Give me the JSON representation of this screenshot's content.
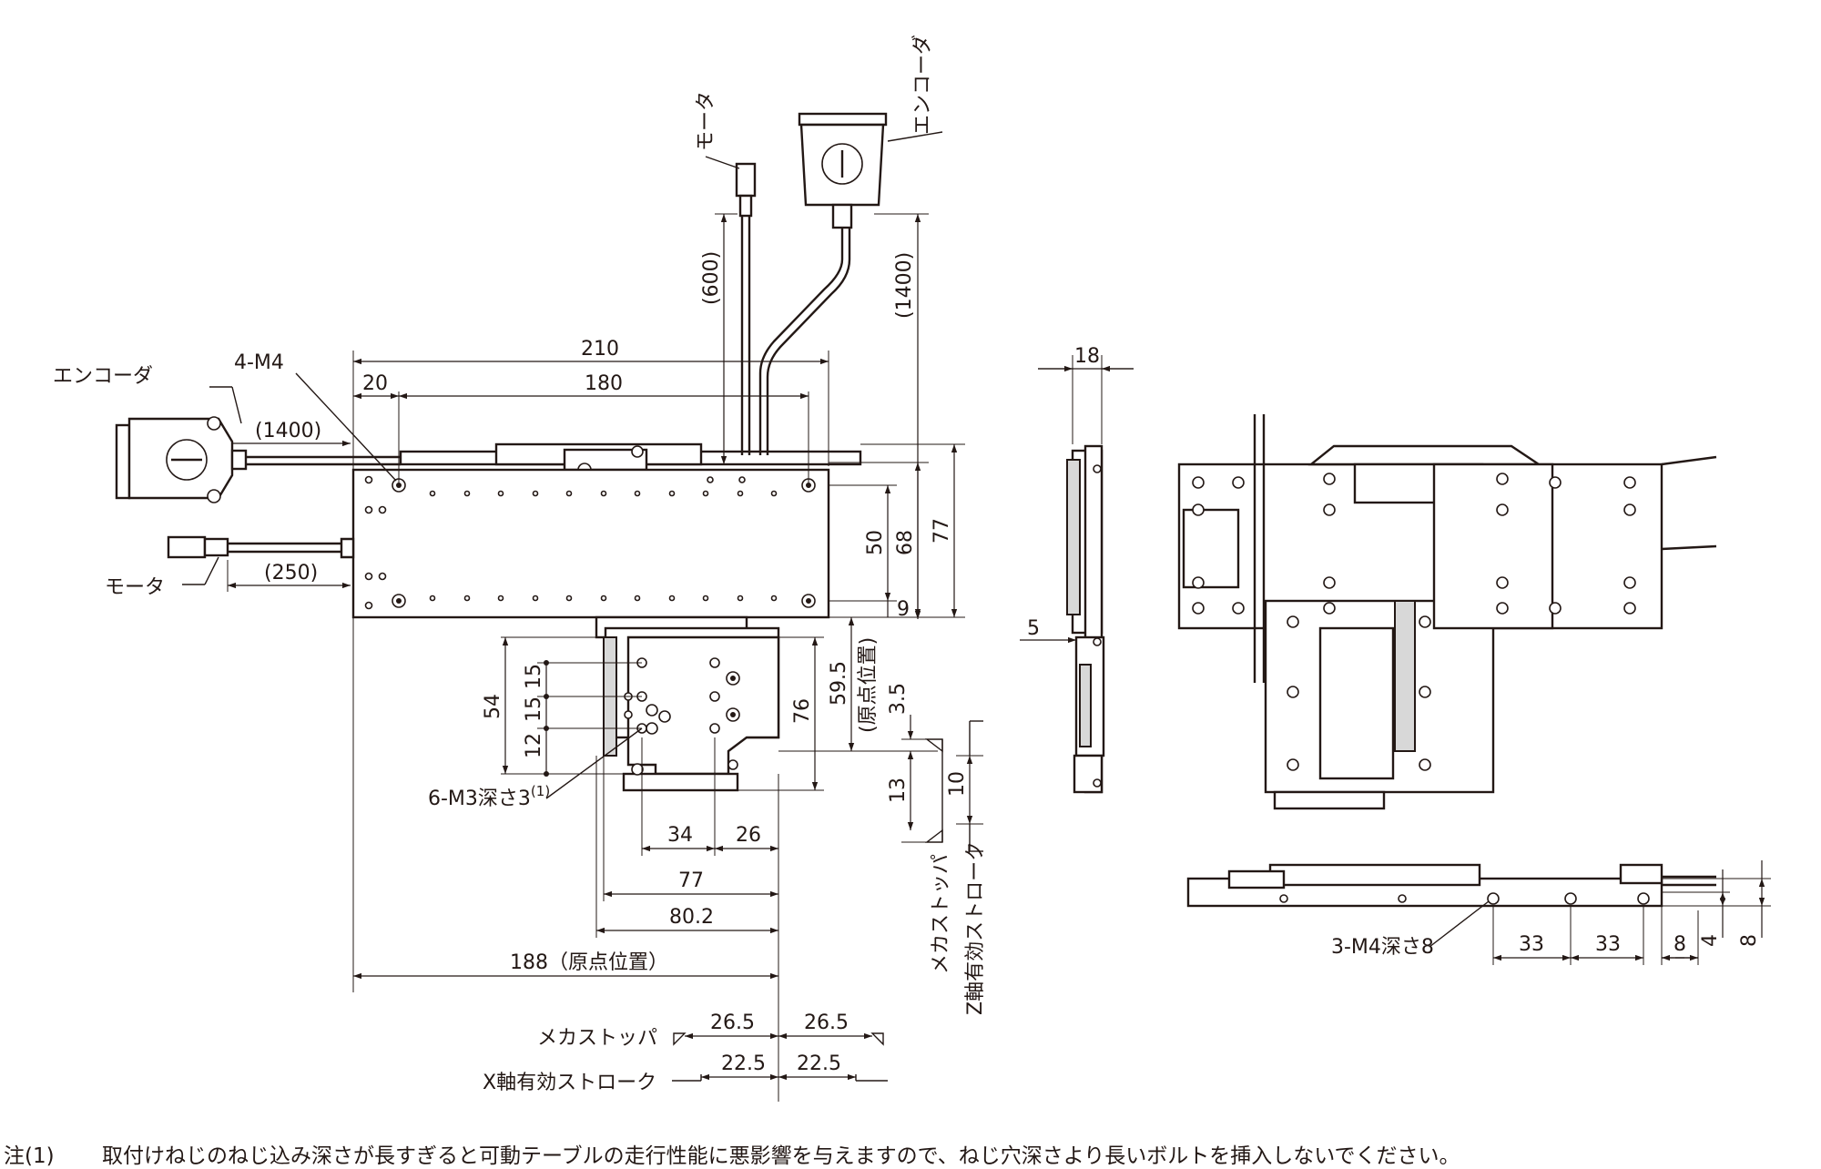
{
  "labels": {
    "encoder_left": "エンコーダ",
    "motor_left": "モータ",
    "motor_top": "モータ",
    "encoder_top": "エンコーダ",
    "holes_4m4": "4-M4",
    "holes_6m3": "6-M3深さ3",
    "holes_6m3_sup": "(1)",
    "holes_3m4": "3-M4深さ8",
    "mecha_stopper": "メカストッパ",
    "x_stroke": "X軸有効ストローク",
    "z_stroke": "Z軸有効ストローク"
  },
  "dimensions": {
    "d210": "210",
    "d20": "20",
    "d180": "180",
    "d1400_left": "(1400)",
    "d250": "(250)",
    "d600": "(600)",
    "d1400_top": "(1400)",
    "d50": "50",
    "d68": "68",
    "d77_v": "77",
    "d9": "9",
    "d54": "54",
    "d15a": "15",
    "d15b": "15",
    "d12": "12",
    "d76": "76",
    "d59_5": "59.5",
    "d59_5_note": "(原点位置)",
    "d3_5": "3.5",
    "d13": "13",
    "d10": "10",
    "d34": "34",
    "d26": "26",
    "d77_h": "77",
    "d80_2": "80.2",
    "d188": "188（原点位置）",
    "d26_5a": "26.5",
    "d26_5b": "26.5",
    "d22_5a": "22.5",
    "d22_5b": "22.5",
    "d18": "18",
    "d5": "5",
    "d33a": "33",
    "d33b": "33",
    "d8a": "8",
    "d4": "4",
    "d8b": "8"
  },
  "footnote": {
    "marker": "注(1)",
    "text": "取付けねじのねじ込み深さが長すぎると可動テーブルの走行性能に悪影響を与えますので、ねじ穴深さより長いボルトを挿入しないでください。"
  }
}
